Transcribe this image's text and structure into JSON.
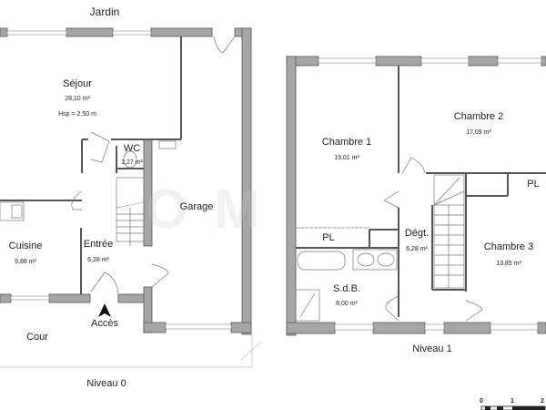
{
  "plan": {
    "level0": {
      "caption": "Niveau 0",
      "outside_top": "Jardin",
      "outside_bottom": "Cour",
      "access_label": "Accès",
      "rooms": [
        {
          "name": "Séjour",
          "area": "28,10 m²",
          "extra": "Hsp = 2,50 m"
        },
        {
          "name": "WC",
          "area": "1,27 m²"
        },
        {
          "name": "Cuisine",
          "area": "9,88 m²"
        },
        {
          "name": "Entrée",
          "area": "6,28 m²"
        },
        {
          "name": "Garage"
        }
      ]
    },
    "level1": {
      "caption": "Niveau 1",
      "rooms": [
        {
          "name": "Chambre 1",
          "area": "19,01 m²"
        },
        {
          "name": "Chambre 2",
          "area": "17,09 m²"
        },
        {
          "name": "Chambre 3",
          "area": "13,85 m²"
        },
        {
          "name": "Dégt.",
          "area": "6,28 m²"
        },
        {
          "name": "S.d.B.",
          "area": "8,00 m²"
        },
        {
          "name": "PL"
        },
        {
          "name": "PL"
        }
      ]
    },
    "scale": {
      "ticks": [
        "0",
        "1",
        "2"
      ]
    },
    "colors": {
      "wall": "#a6a6a6",
      "wall_stroke": "#555555",
      "window": "#ffffff",
      "line": "#666666"
    }
  }
}
